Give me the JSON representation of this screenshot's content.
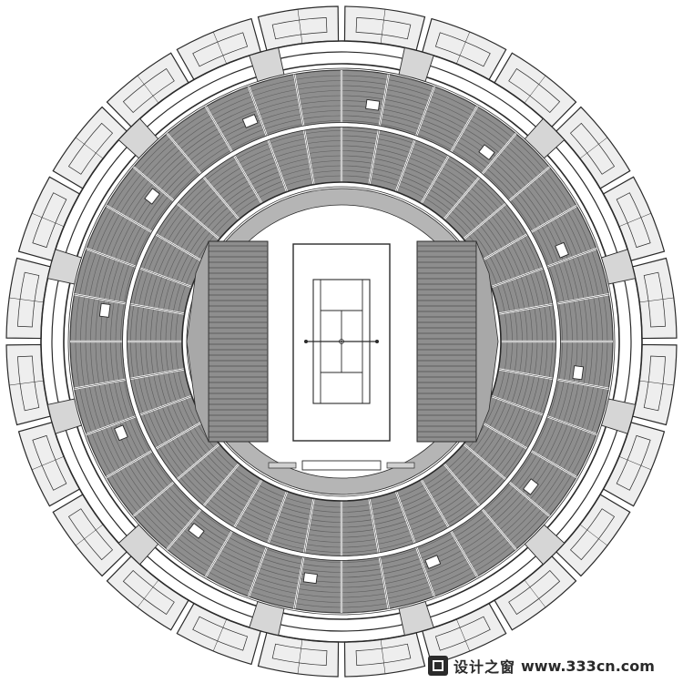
{
  "plan": {
    "colors": {
      "line": "#2a2a2a",
      "seating": "#8e8e8e",
      "concourse": "#eeeeee",
      "court_white": "#ffffff",
      "background": "#ffffff"
    },
    "outer_pavilion_count": 24,
    "upper_bowl_sections": 36,
    "vomitory_count": 12
  },
  "court": {
    "type": "tennis-court"
  },
  "watermark": {
    "site_name_cn": "设计之窗",
    "url": "www.333cn.com"
  }
}
